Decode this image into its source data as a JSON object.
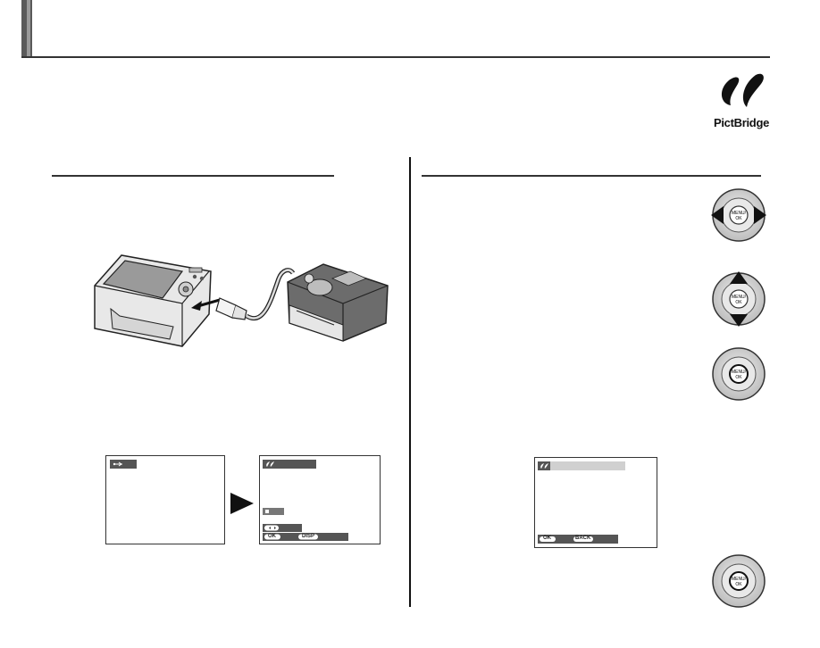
{
  "header": {
    "title": ""
  },
  "logo": {
    "brand": "PictBridge"
  },
  "icons": {
    "dpad_left_right": "dpad-left-right-icon",
    "dpad_up_down": "dpad-up-down-icon",
    "dpad_center": "dpad-menu-ok-icon",
    "usb": "usb-icon",
    "pictbridge_small": "pictbridge-icon"
  },
  "dpad": {
    "center_label_top": "MENU/",
    "center_label_bottom": "OK"
  },
  "screen_pictbridge": {
    "ok_label": "OK",
    "disp_label": "DISP"
  },
  "screen_back": {
    "ok_label": "OK",
    "back_label": "BACK"
  }
}
